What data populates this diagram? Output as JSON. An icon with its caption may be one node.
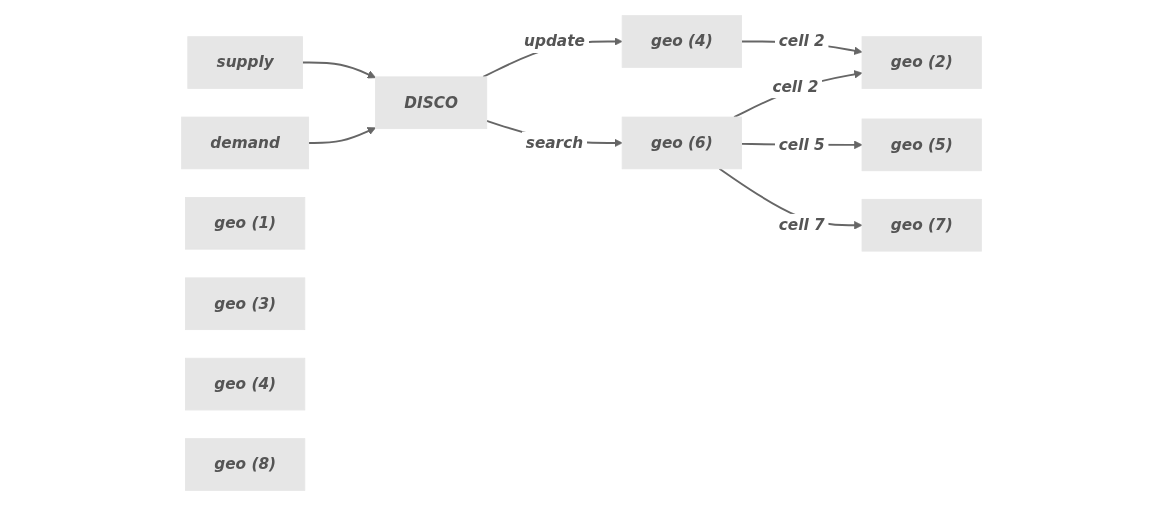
{
  "diagram": {
    "nodes": [
      {
        "text": [
          "supply"
        ]
      },
      {
        "text": [
          "demand"
        ]
      },
      {
        "text": [
          "DISCO"
        ]
      },
      {
        "text": [
          "geo (1)"
        ]
      },
      {
        "text": [
          "geo (2)"
        ]
      },
      {
        "text": [
          "geo (3)"
        ]
      },
      {
        "text": [
          "geo (4)"
        ]
      },
      {
        "text": [
          "geo (4)"
        ]
      },
      {
        "text": [
          "geo (5)"
        ]
      },
      {
        "text": [
          "geo (6)"
        ]
      },
      {
        "text": [
          "geo (7)"
        ]
      },
      {
        "text": [
          "geo (8)"
        ]
      }
    ],
    "edges": [
      {
        "from": 0,
        "to": 2,
        "arrow": "to"
      },
      {
        "from": 1,
        "to": 2,
        "arrow": "to"
      },
      {
        "from": 2,
        "to": 6,
        "label": "update",
        "arrow": "to"
      },
      {
        "from": 2,
        "to": 9,
        "label": "search",
        "arrow": "to"
      },
      {
        "from": 6,
        "to": 4,
        "label": "cell 2",
        "arrow": "to"
      },
      {
        "from": 9,
        "to": 4,
        "label": "cell 2",
        "arrow": "to"
      },
      {
        "from": 9,
        "to": 8,
        "label": "cell 5",
        "arrow": "to"
      },
      {
        "from": 9,
        "to": 10,
        "label": "cell 7",
        "arrow": "to"
      }
    ]
  }
}
